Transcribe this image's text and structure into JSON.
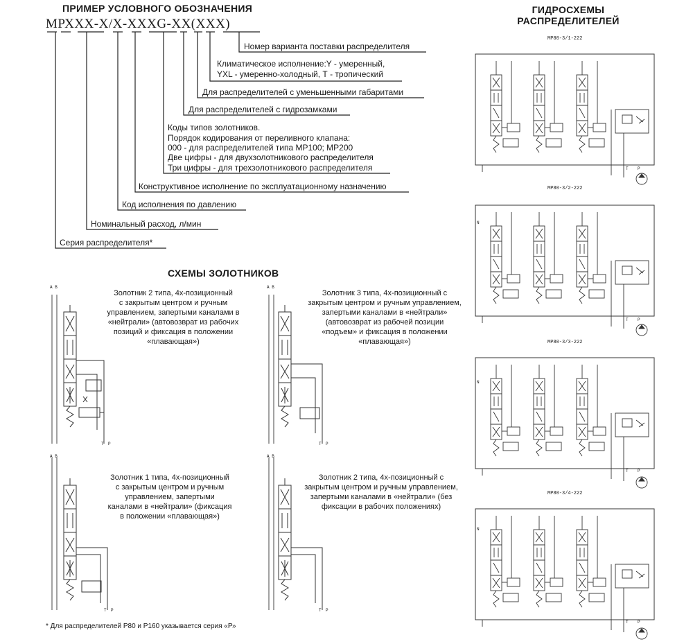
{
  "example": {
    "title": "ПРИМЕР УСЛОВНОГО ОБОЗНАЧЕНИЯ",
    "code": "МРХХХ-Х/Х-ХХХG-ХХ(ХХХ)",
    "legend": [
      "Номер варианта поставки распределителя",
      "Климатическое исполнение:Y - умеренный,",
      "YXL - умеренно-холодный, Т - тропический",
      "Для распределителей с уменьшенными габаритами",
      "Для распределителей с гидрозамками",
      "Коды типов золотников.",
      "Порядок кодирования от переливного клапана:",
      "000 - для распределителей типа МР100; МР200",
      "Две цифры - для двухзолотникового распределителя",
      "Три цифры - для трехзолотникового распределителя",
      "Конструктивное исполнение по эксплуатационному назначению",
      "Код исполнения по давлению",
      "Номинальный расход, л/мин",
      "Серия распределителя*"
    ]
  },
  "spools": {
    "title": "СХЕМЫ ЗОЛОТНИКОВ",
    "items": [
      {
        "desc": "Золотник 2 типа, 4х-позиционный\nс закрытым центром и ручным\nуправлением, запертыми каналами в\n«нейтрали» (автовозврат из рабочих\nпозиций и фиксация в положении\n«плавающая»)"
      },
      {
        "desc": "Золотник 3 типа, 4х-позиционный с\nзакрытым центром и ручным управлением,\nзапертыми каналами в «нейтрали»\n(автовозврат из рабочей позиции\n«подъем» и фиксация в положении\n«плавающая»)"
      },
      {
        "desc": "Золотник 1 типа, 4х-позиционный\nс закрытым центром и ручным\nуправлением, запертыми\nканалами в «нейтрали» (фиксация\nв положении «плавающая»)"
      },
      {
        "desc": "Золотник 2 типа, 4х-позиционный с\nзакрытым центром и ручным управлением,\nзапертыми каналами в «нейтрали» (без\nфиксации в рабочих положениях)"
      }
    ],
    "port_ab": "A B",
    "port_t": "T",
    "port_p": "P"
  },
  "hydro": {
    "title_line1": "ГИДРОСХЕМЫ",
    "title_line2": "РАСПРЕДЕЛИТЕЛЕЙ",
    "schemes": [
      {
        "label": "МР80-3/1-222"
      },
      {
        "label": "МР80-3/2-222"
      },
      {
        "label": "МР80-3/3-222"
      },
      {
        "label": "МР80-3/4-222"
      }
    ],
    "port_n": "N",
    "port_t": "T",
    "port_p": "P"
  },
  "footnote": "* Для распределителей Р80 и Р160 указывается серия «Р»"
}
